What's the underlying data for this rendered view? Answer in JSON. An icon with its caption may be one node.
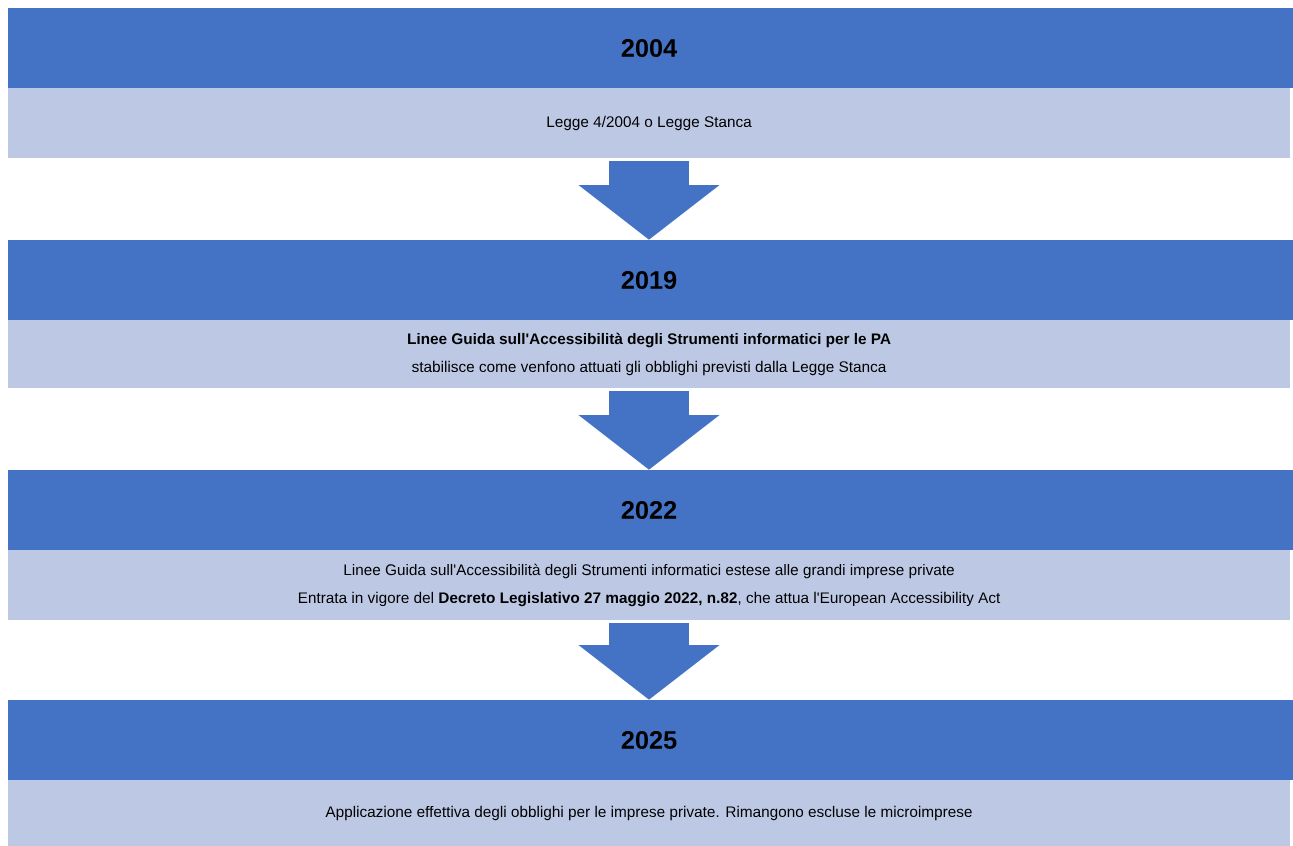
{
  "diagram": {
    "nodes": [
      {
        "text": [
          "2004",
          "Legge 4/2004 o Legge Stanca"
        ]
      },
      {
        "text": [
          "2019",
          "**Linee Guida sull'Accessibilità degli Strumenti informatici per le PA**",
          "stabilisce come venfono attuati gli obblighi previsti dalla Legge Stanca"
        ]
      },
      {
        "text": [
          "2022",
          "Linee Guida sull'Accessibilità degli Strumenti informatici estese alle grandi imprese private",
          "Entrata in vigore del **Decreto Legislativo 27 maggio 2022, n.82**, che attua l'European Accessibility Act"
        ]
      },
      {
        "text": [
          "2025",
          "Applicazione effettiva degli obblighi per le imprese private. Rimangono escluse le microimprese"
        ]
      }
    ],
    "edges": [
      {
        "from": 0,
        "to": 1,
        "arrow": "to"
      },
      {
        "from": 1,
        "to": 2,
        "arrow": "to"
      },
      {
        "from": 2,
        "to": 3,
        "arrow": "to"
      }
    ]
  }
}
